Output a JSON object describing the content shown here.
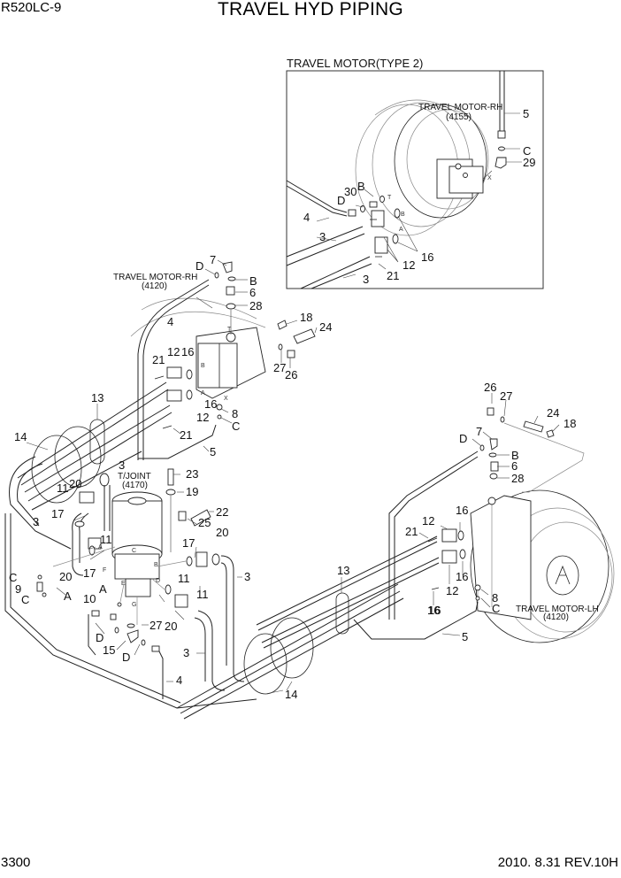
{
  "header": {
    "model": "R520LC-9",
    "title": "TRAVEL HYD PIPING"
  },
  "footer": {
    "page_number": "3300",
    "revision": "2010. 8.31  REV.10H"
  },
  "inset": {
    "title": "TRAVEL MOTOR(TYPE 2)",
    "motor_label": "TRAVEL MOTOR-RH",
    "motor_code": "(4155)",
    "callouts": [
      "5",
      "C",
      "29",
      "B",
      "30",
      "D",
      "4",
      "3",
      "16",
      "12",
      "21",
      "3"
    ],
    "ports": [
      "T",
      "B",
      "A",
      "X"
    ]
  },
  "main": {
    "motor_rh": {
      "label": "TRAVEL MOTOR-RH",
      "code": "(4120)"
    },
    "motor_lh": {
      "label": "TRAVEL MOTOR-LH",
      "code": "(4120)"
    },
    "tjoint": {
      "label": "T/JOINT",
      "code": "(4170)"
    },
    "rh_callouts": [
      "7",
      "D",
      "B",
      "6",
      "28",
      "4",
      "18",
      "24",
      "27",
      "26",
      "12",
      "16",
      "21",
      "16",
      "12",
      "8",
      "C",
      "21",
      "5",
      "13",
      "14"
    ],
    "lh_callouts": [
      "26",
      "27",
      "24",
      "18",
      "D",
      "7",
      "B",
      "6",
      "28",
      "16",
      "12",
      "21",
      "16",
      "16",
      "12",
      "8",
      "C",
      "16",
      "5",
      "13",
      "14"
    ],
    "center_callouts": [
      "3",
      "23",
      "19",
      "22",
      "25",
      "20",
      "11",
      "17",
      "3",
      "11",
      "20",
      "17",
      "17",
      "11",
      "11",
      "20",
      "3",
      "C",
      "9",
      "C",
      "A",
      "A",
      "10",
      "27",
      "15",
      "D",
      "D",
      "20",
      "4",
      "3"
    ],
    "ports": [
      "T",
      "B",
      "A",
      "X",
      "F",
      "E",
      "G",
      "D",
      "B",
      "C",
      "A"
    ]
  }
}
